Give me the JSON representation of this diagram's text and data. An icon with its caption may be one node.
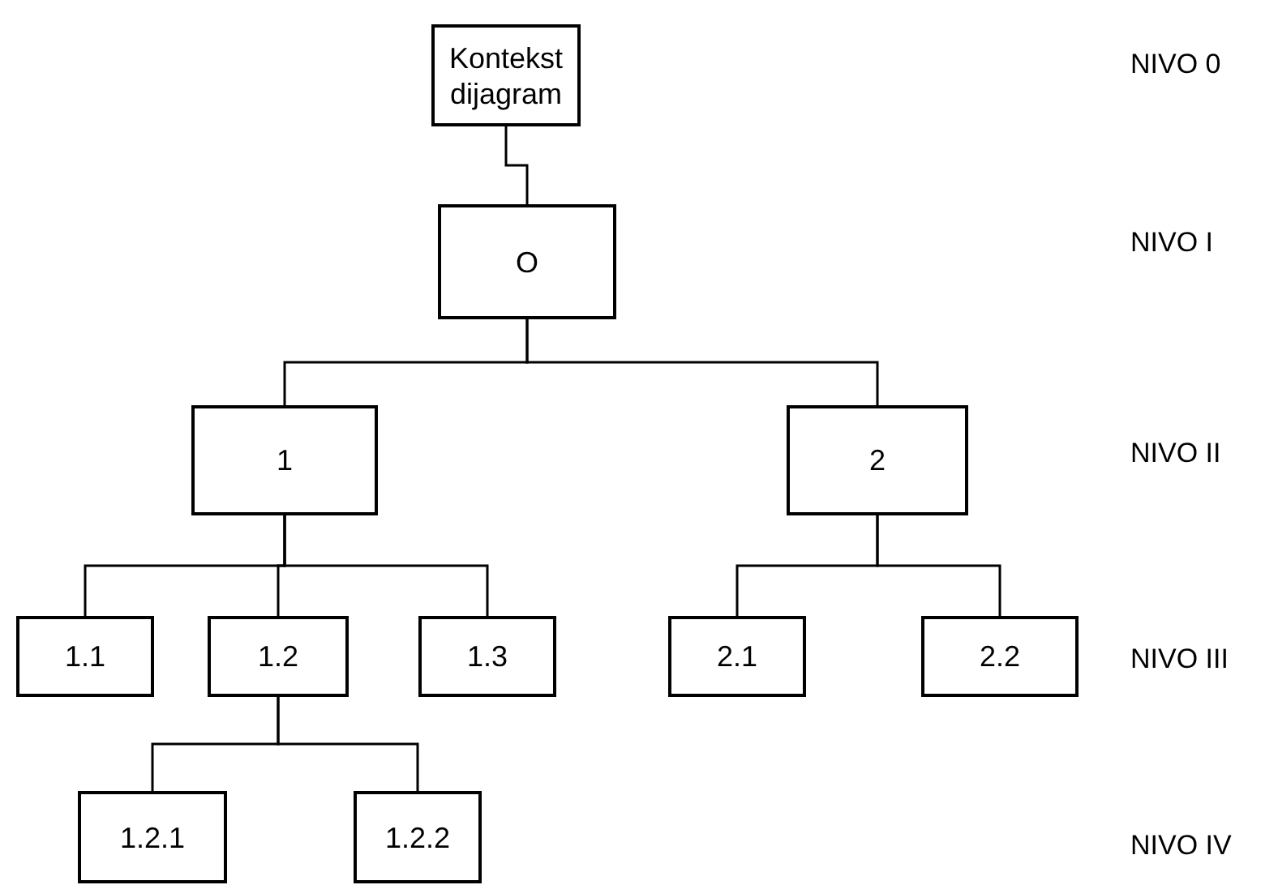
{
  "diagram": {
    "nodes": [
      {
        "text": [
          "Kontekst dijagram"
        ]
      },
      {
        "text": [
          "O"
        ]
      },
      {
        "text": [
          "1"
        ]
      },
      {
        "text": [
          "2"
        ]
      },
      {
        "text": [
          "1.1"
        ]
      },
      {
        "text": [
          "1.2"
        ]
      },
      {
        "text": [
          "1.3"
        ]
      },
      {
        "text": [
          "2.1"
        ]
      },
      {
        "text": [
          "2.2"
        ]
      },
      {
        "text": [
          "1.2.1"
        ]
      },
      {
        "text": [
          "1.2.2"
        ]
      }
    ],
    "edges": [
      {
        "from": 0,
        "to": 1,
        "arrow": "none"
      },
      {
        "from": 1,
        "to": 2,
        "arrow": "none"
      },
      {
        "from": 1,
        "to": 3,
        "arrow": "none"
      },
      {
        "from": 2,
        "to": 4,
        "arrow": "none"
      },
      {
        "from": 2,
        "to": 5,
        "arrow": "none"
      },
      {
        "from": 2,
        "to": 6,
        "arrow": "none"
      },
      {
        "from": 3,
        "to": 7,
        "arrow": "none"
      },
      {
        "from": 3,
        "to": 8,
        "arrow": "none"
      },
      {
        "from": 5,
        "to": 9,
        "arrow": "none"
      },
      {
        "from": 5,
        "to": 10,
        "arrow": "none"
      }
    ],
    "labels": [
      "NIVO 0",
      "NIVO I",
      "NIVO II",
      "NIVO III",
      "NIVO IV"
    ]
  }
}
